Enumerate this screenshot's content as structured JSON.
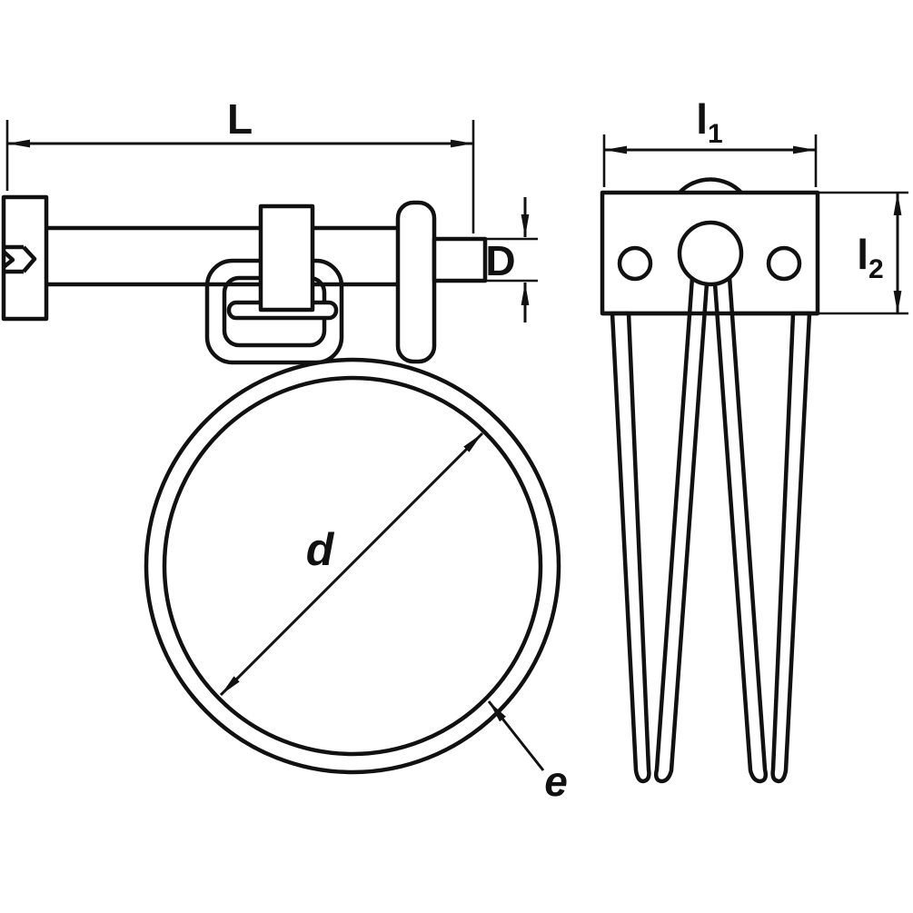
{
  "drawing": {
    "background": "#ffffff",
    "line_color": "#111111",
    "views": {
      "front": {
        "dim_length": "L",
        "dim_screw_diameter": "D",
        "dim_inner_diameter": "d",
        "dim_wire_thickness": "e"
      },
      "side": {
        "dim_width_base": "l",
        "dim_width_sub": "1",
        "dim_height_base": "l",
        "dim_height_sub": "2"
      }
    }
  }
}
